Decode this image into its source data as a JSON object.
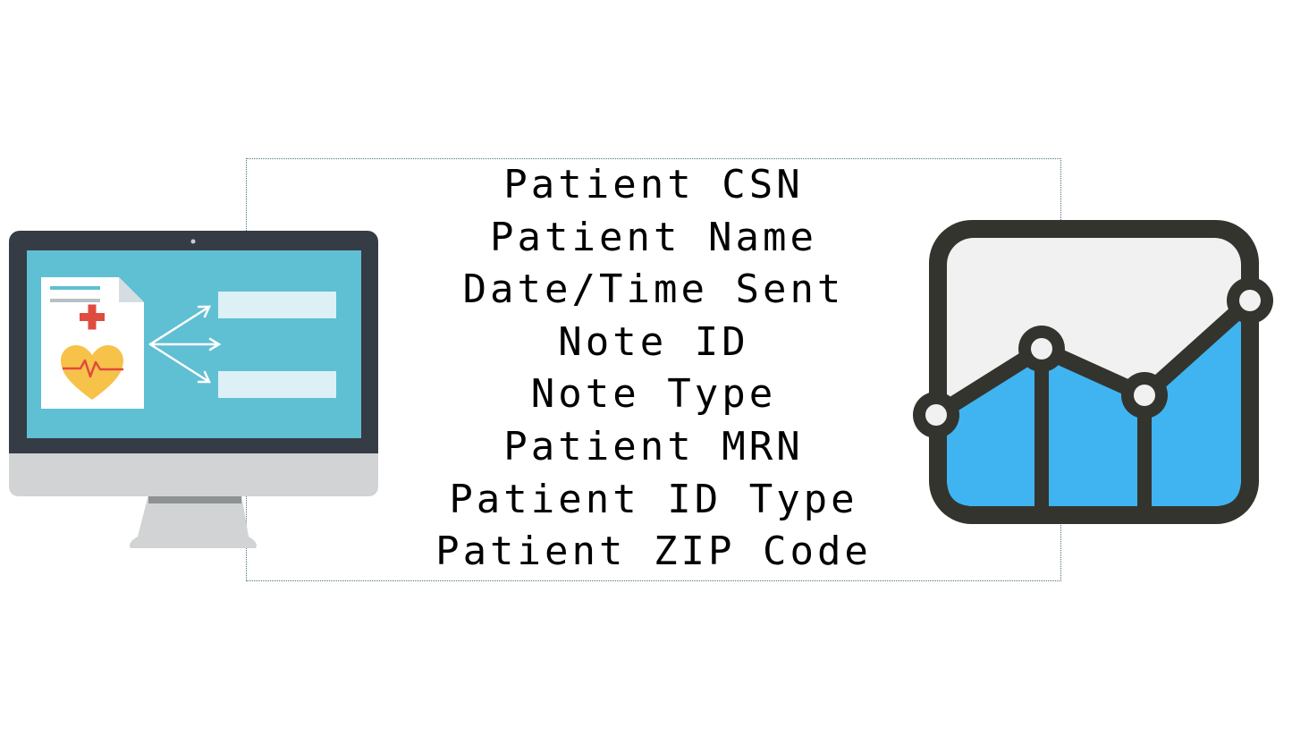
{
  "fields": [
    "Patient CSN",
    "Patient Name",
    "Date/Time Sent",
    "Note ID",
    "Note Type",
    "Patient MRN",
    "Patient ID Type",
    "Patient ZIP Code"
  ],
  "icons": {
    "left": "computer-medical-record-icon",
    "right": "line-chart-icon"
  },
  "colors": {
    "monitor_frame": "#353c45",
    "monitor_screen": "#5fbfd3",
    "monitor_stand": "#d1d3d4",
    "document": "#ffffff",
    "cross": "#e04b3f",
    "heart": "#f7c24a",
    "field_placeholder": "#ddf0f5",
    "chart_outline": "#33342e",
    "chart_fill": "#3fb4f0",
    "chart_background": "#f1f1f1",
    "box_border": "#4a6e7e"
  }
}
